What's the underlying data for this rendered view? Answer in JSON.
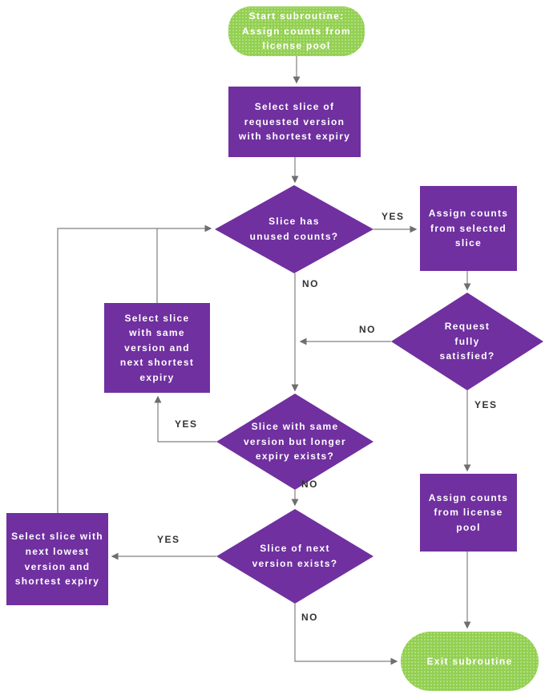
{
  "diagram": {
    "type": "flowchart",
    "nodes": {
      "start": {
        "shape": "terminator",
        "label": "Start subroutine: Assign counts from license pool"
      },
      "select_requested": {
        "shape": "process",
        "label": "Select slice of requested version with shortest expiry"
      },
      "has_unused": {
        "shape": "decision",
        "label": "Slice has unused counts?"
      },
      "assign_selected": {
        "shape": "process",
        "label": "Assign counts from selected slice"
      },
      "fully_satisfied": {
        "shape": "decision",
        "label": "Request fully satisfied?"
      },
      "select_same_version": {
        "shape": "process",
        "label": "Select slice with same version and next shortest expiry"
      },
      "longer_expiry": {
        "shape": "decision",
        "label": "Slice with same version but longer expiry exists?"
      },
      "select_next_lowest": {
        "shape": "process",
        "label": "Select slice with next lowest version and shortest expiry"
      },
      "next_version": {
        "shape": "decision",
        "label": "Slice of next version exists?"
      },
      "assign_pool": {
        "shape": "process",
        "label": "Assign counts from license pool"
      },
      "exit": {
        "shape": "terminator",
        "label": "Exit subroutine"
      }
    },
    "edge_labels": {
      "has_unused_yes": "YES",
      "has_unused_no": "NO",
      "fully_satisfied_no": "NO",
      "fully_satisfied_yes": "YES",
      "longer_expiry_yes": "YES",
      "longer_expiry_no": "NO",
      "next_version_yes": "YES",
      "next_version_no": "NO"
    },
    "colors": {
      "process_fill": "#7030A0",
      "terminator_fill": "#92D050",
      "shape_text": "#FFFFFF",
      "connector": "#808080",
      "edge_label_text": "#333333"
    }
  }
}
